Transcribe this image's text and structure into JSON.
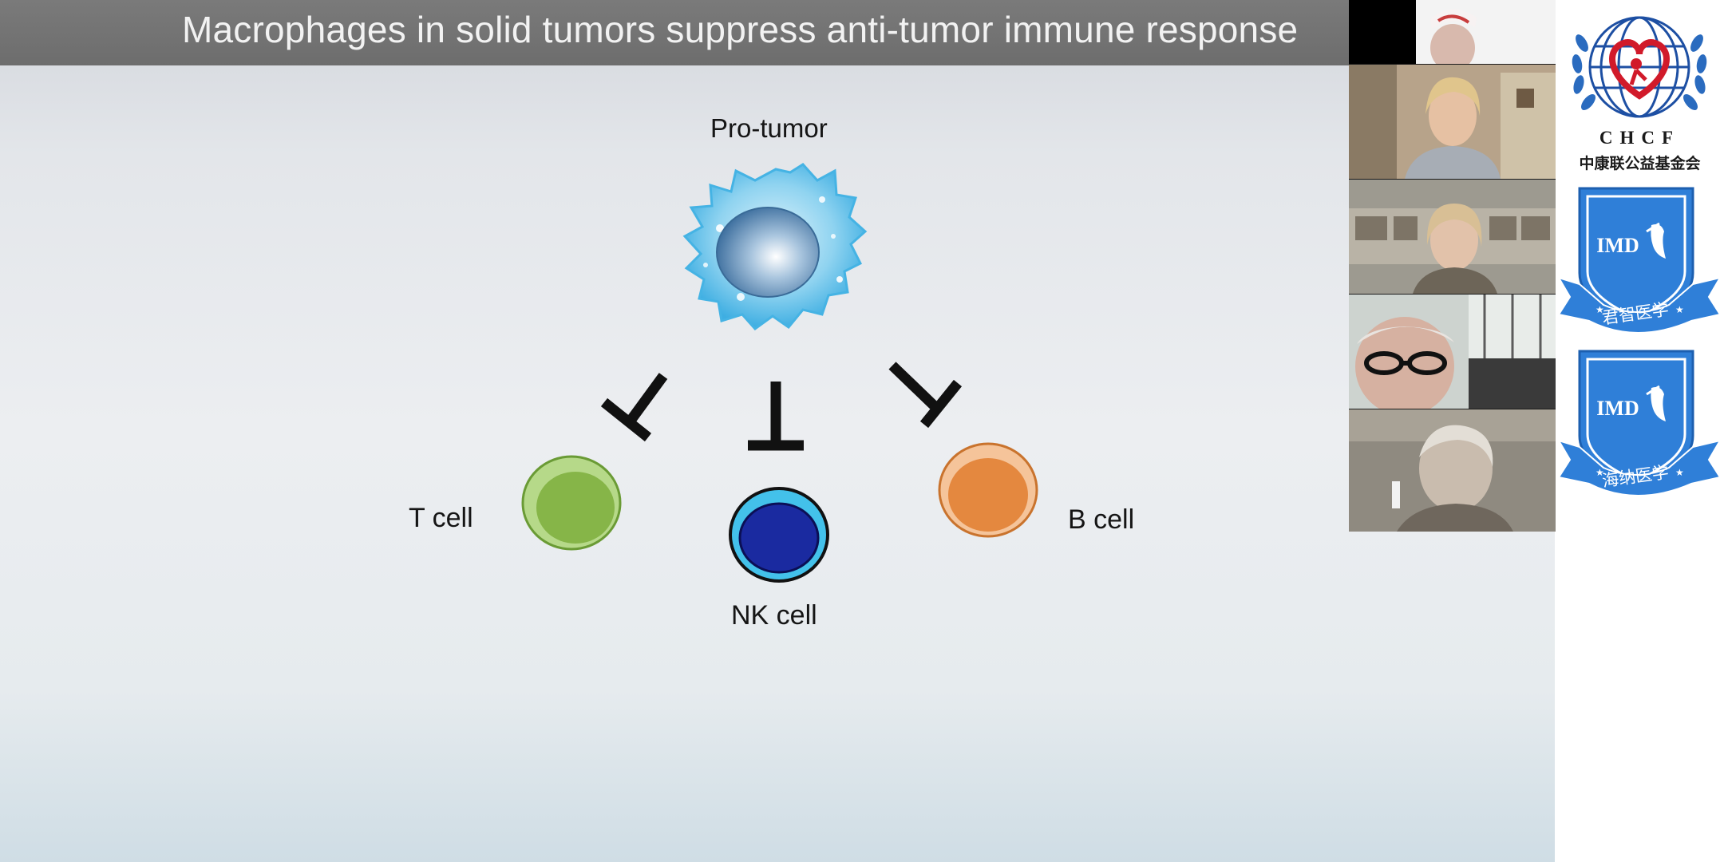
{
  "slide": {
    "title": "Macrophages in solid tumors suppress anti-tumor immune response",
    "diagram": {
      "macrophage_label": "Pro-tumor",
      "t_cell_label": "T cell",
      "nk_cell_label": "NK cell",
      "b_cell_label": "B cell"
    }
  },
  "participants": {
    "tiles": [
      "participant-1",
      "participant-2",
      "participant-3",
      "participant-4",
      "participant-5"
    ]
  },
  "logos": {
    "chcf_en": "CHCF",
    "chcf_zh": "中康联公益基金会",
    "imd_1_text": "IMD",
    "imd_1_ribbon": "君智医学",
    "imd_2_text": "IMD",
    "imd_2_ribbon": "海纳医学"
  },
  "colors": {
    "t_cell": "#8cbc4c",
    "nk_cell": "#1a2aa0",
    "b_cell": "#e38b43",
    "macrophage": "#52b8e6",
    "imd_blue": "#2f7fd8"
  }
}
